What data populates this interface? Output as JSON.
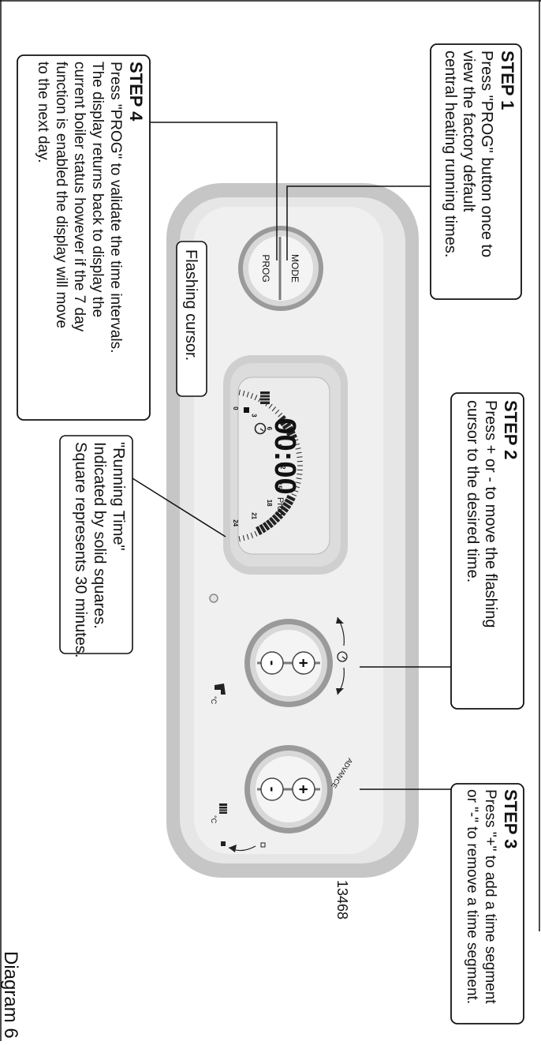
{
  "colors": {
    "ink": "#111111",
    "panel_outer": "#c6c6c6",
    "panel_inner": "#e6e6e6",
    "panel_face": "#f0f0f0",
    "lcd_frame": "#cfcfcf",
    "lcd_bezel": "#dcdcdc",
    "lcd_screen": "#ececec",
    "knob_ring": "#9a9a9a",
    "knob_face": "#f4f4f4",
    "knob_badge": "#ffffff"
  },
  "steps": {
    "step1": {
      "title": "STEP 1",
      "lines": [
        "Press \"PROG\" button once to",
        "view the factory default",
        "central heating running times."
      ]
    },
    "step2": {
      "title": "STEP 2",
      "lines": [
        "Press + or - to move the flashing",
        "cursor to the desired time."
      ]
    },
    "step3": {
      "title": "STEP 3",
      "lines": [
        "Press \"+\" to add a time segment",
        "or \"-\" to remove a time segment."
      ]
    },
    "step4": {
      "title": "STEP 4",
      "lines": [
        "Press \"PROG\" to validate the time intervals.",
        "The display returns back to display the",
        "current boiler status however if the 7 day",
        "function is enabled the display will move",
        "to the next day."
      ]
    }
  },
  "callouts": {
    "flashing_cursor": "Flashing cursor.",
    "running_time": [
      "\"Running Time\"",
      "Indicated by solid squares.",
      "Square represents 30 minutes."
    ]
  },
  "panel": {
    "mode_label": "MODE",
    "prog_label": "PROG",
    "advance_label": "ADVANCE",
    "plus_symbol": "+",
    "minus_symbol": "-",
    "degc_label": "°C",
    "lcd": {
      "time": "00:00",
      "prog_label": "Prog",
      "hour_ticks": [
        "0",
        "3",
        "6",
        "9",
        "12",
        "15",
        "18",
        "21",
        "24"
      ]
    }
  },
  "footer": {
    "reference_number": "13468",
    "diagram_label": "Diagram 6"
  }
}
